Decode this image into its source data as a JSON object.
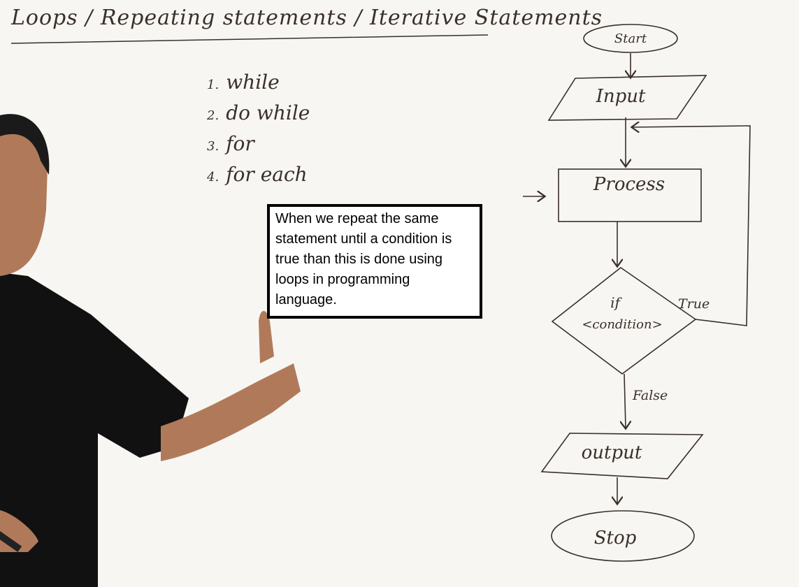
{
  "title": "Loops / Repeating statements / Iterative Statements",
  "loop_types": [
    {
      "num": "1.",
      "name": "while"
    },
    {
      "num": "2.",
      "name": "do while"
    },
    {
      "num": "3.",
      "name": "for"
    },
    {
      "num": "4.",
      "name": "for each"
    }
  ],
  "caption": "When we repeat the same statement until a condition is true than this is done using loops in programming language.",
  "flowchart": {
    "start": "Start",
    "input": "Input",
    "process": "Process",
    "decision_line1": "if",
    "decision_line2": "<condition>",
    "true_label": "True",
    "false_label": "False",
    "output": "output",
    "stop": "Stop"
  },
  "colors": {
    "ink": "#3a2f2a",
    "board": "#f7f6f2",
    "caption_border": "#000000"
  }
}
